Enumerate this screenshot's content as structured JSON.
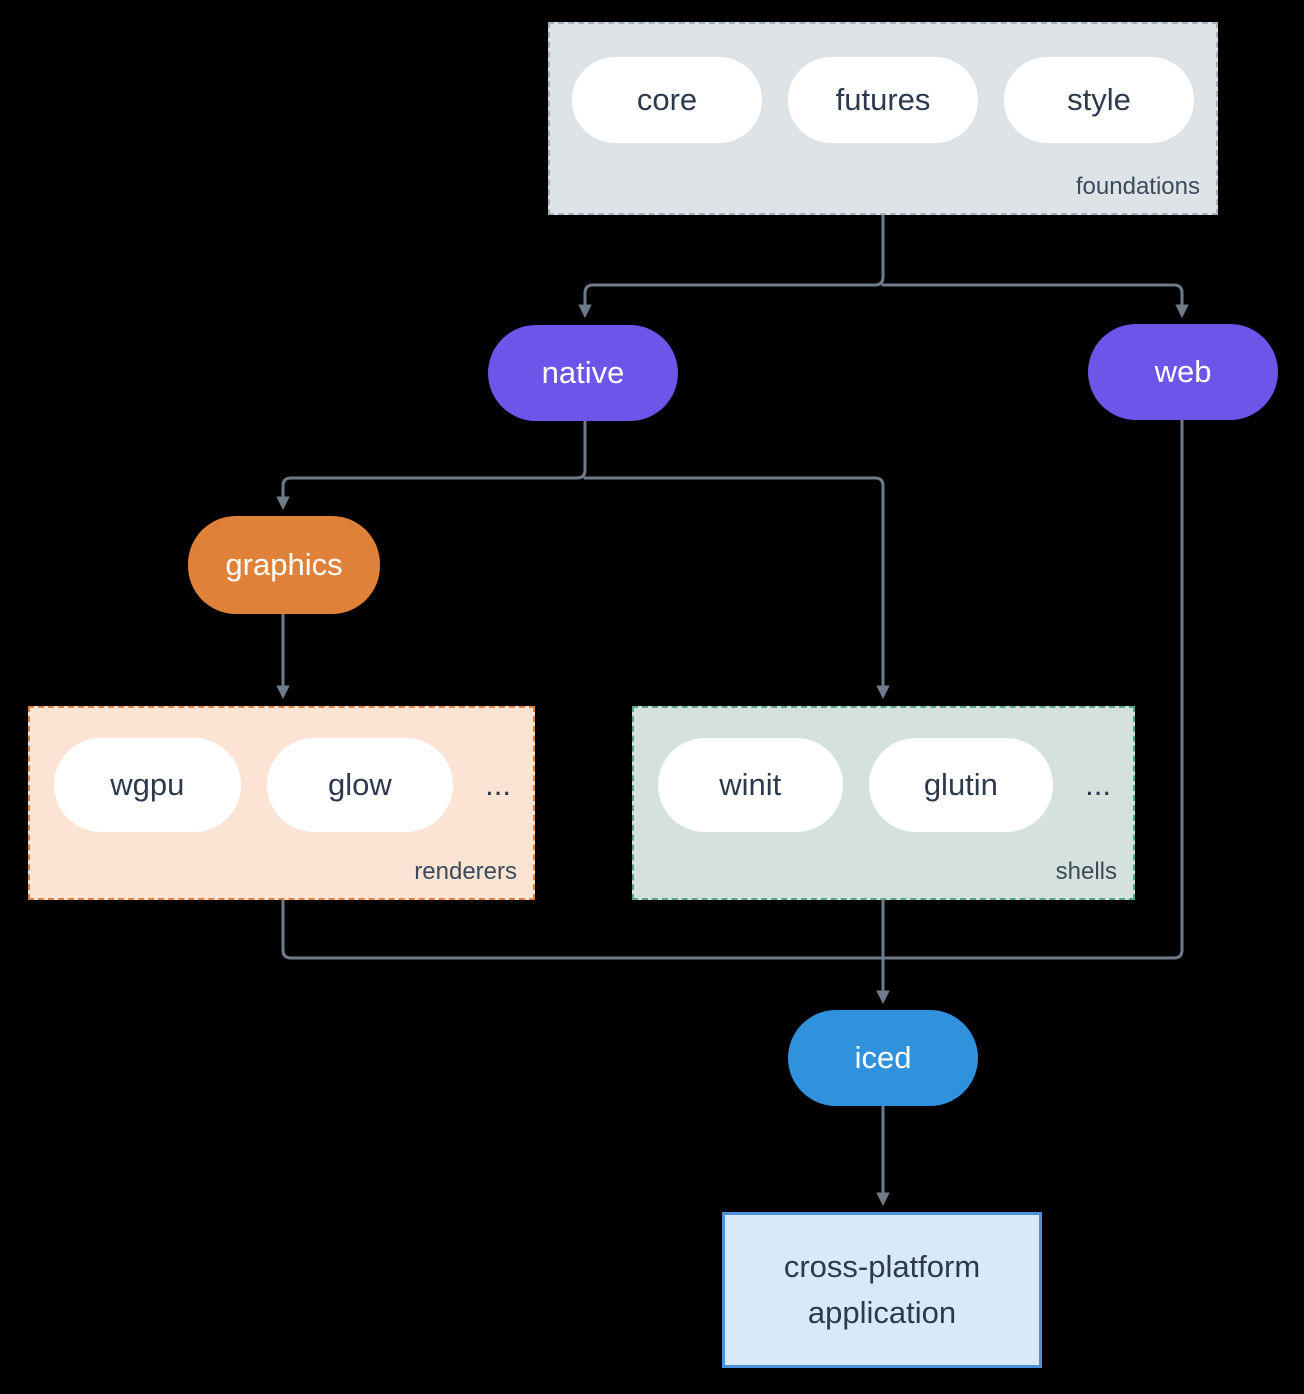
{
  "diagram": {
    "background": "#000000",
    "line_color": "#6e7b8a",
    "foundations": {
      "label": "foundations",
      "fill": "#dee3e8",
      "pills": [
        "core",
        "futures",
        "style"
      ]
    },
    "native": {
      "label": "native",
      "color": "#6c55e8"
    },
    "web": {
      "label": "web",
      "color": "#6c55e8"
    },
    "graphics": {
      "label": "graphics",
      "color": "#e0813a"
    },
    "renderers": {
      "label": "renderers",
      "fill": "#fbe4d3",
      "border": "#e0823f",
      "pills": [
        "wgpu",
        "glow"
      ],
      "ellipsis": "..."
    },
    "shells": {
      "label": "shells",
      "fill": "#d5e1dc",
      "border": "#57a38c",
      "pills": [
        "winit",
        "glutin"
      ],
      "ellipsis": "..."
    },
    "iced": {
      "label": "iced",
      "color": "#3092dc"
    },
    "application": {
      "label": "cross-platform application",
      "fill": "#d8e9f8",
      "border": "#4b90d9"
    }
  }
}
